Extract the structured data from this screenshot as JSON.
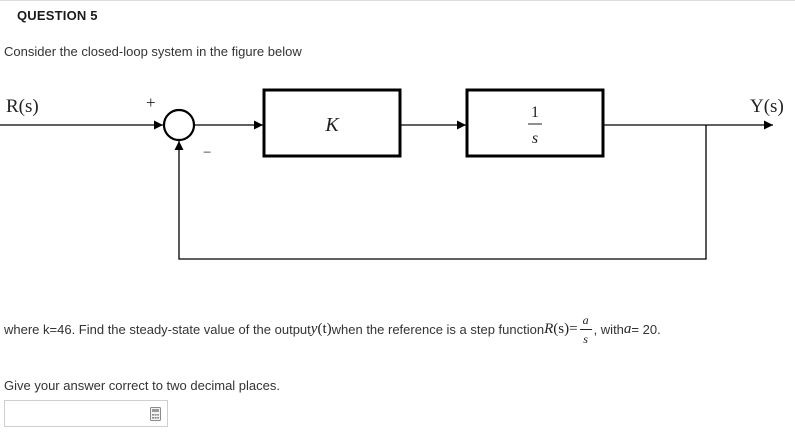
{
  "question": {
    "title": "QUESTION 5",
    "intro": "Consider the closed-loop system in the figure below"
  },
  "diagram": {
    "input_label": "R(s)",
    "output_label": "Y(s)",
    "plus_sign": "+",
    "minus_sign": "−",
    "block1_label": "K",
    "block2_numerator": "1",
    "block2_denominator": "s"
  },
  "problem": {
    "text_before": "where k=46. Find the steady-state value of the output ",
    "y_symbol": "y",
    "y_arg": "(t)",
    "text_middle": " when the reference is a step function ",
    "R_symbol": "R",
    "R_arg": "(s)",
    "equals": " = ",
    "frac_num": "a",
    "frac_den": "s",
    "text_with": ", with ",
    "a_symbol": "a",
    "a_value": " = 20.",
    "instruction": "Give your answer correct to two decimal places."
  },
  "answer": {
    "value": "",
    "icon": "calculator-icon"
  }
}
